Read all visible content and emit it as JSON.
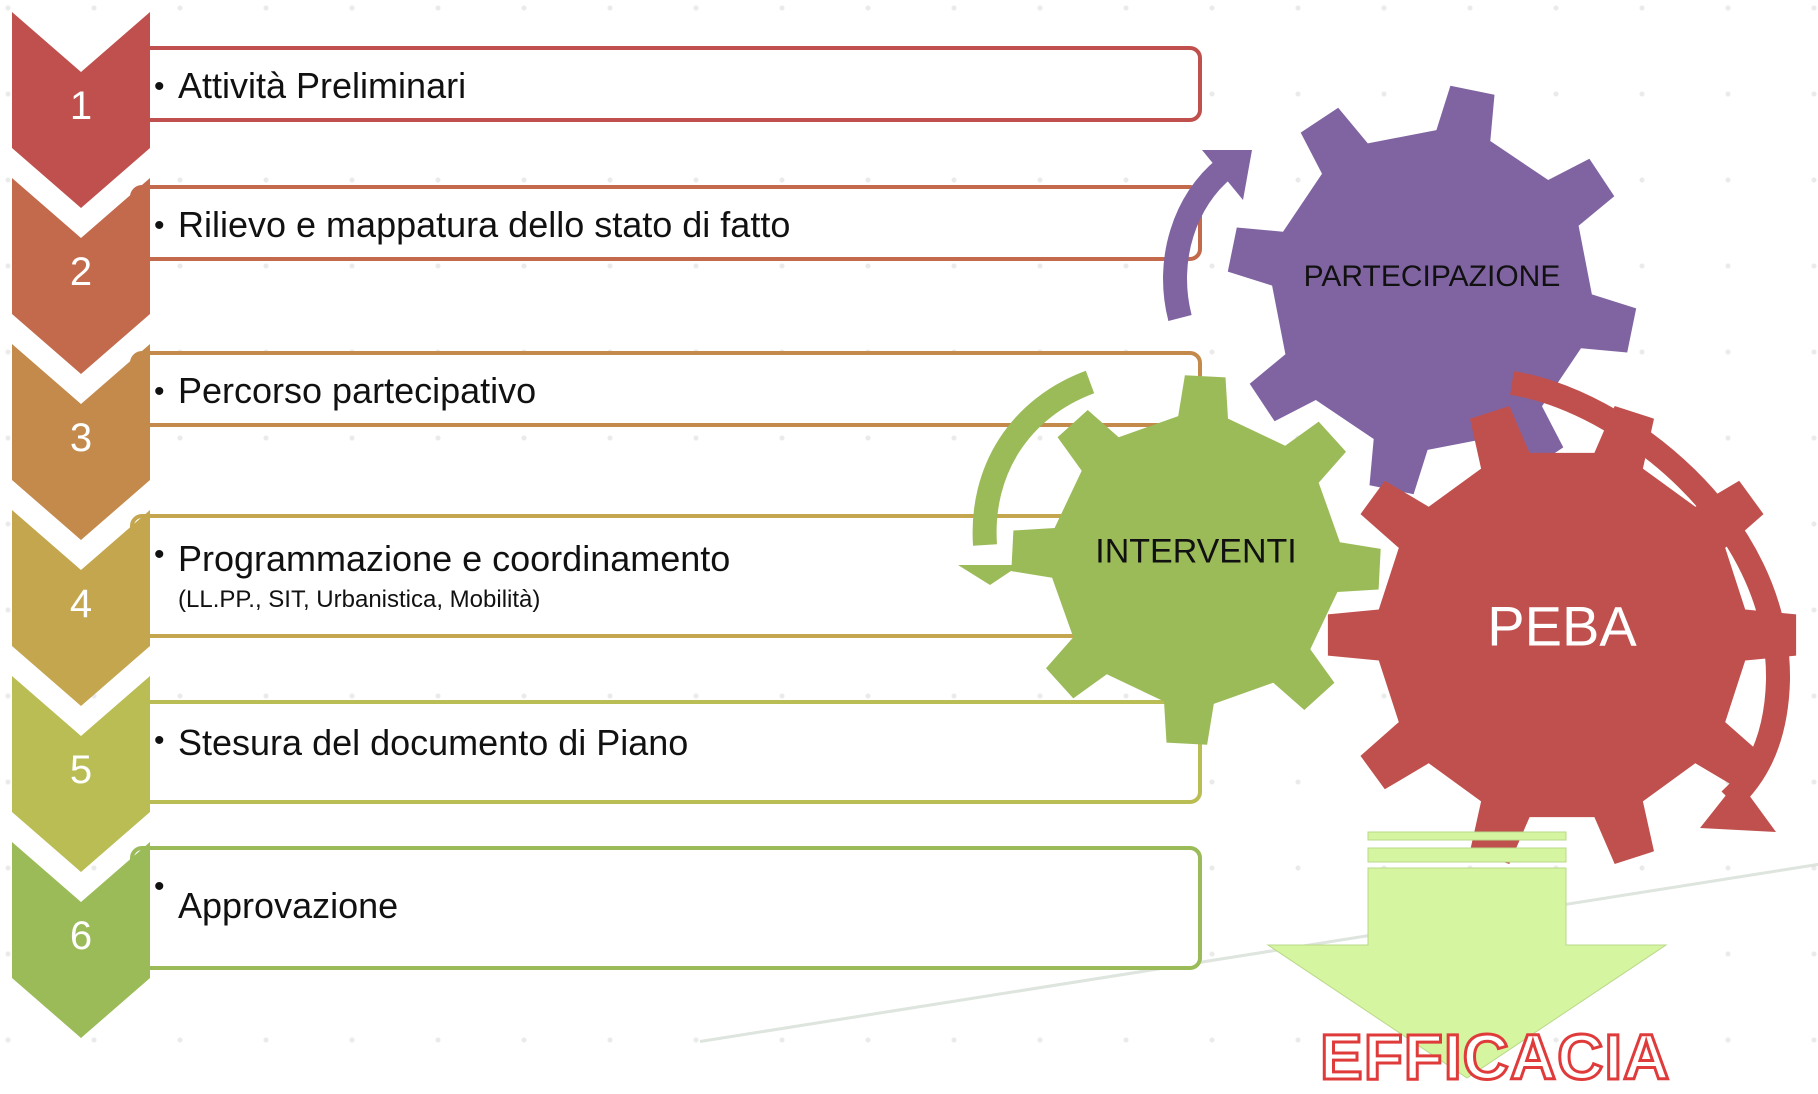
{
  "steps": [
    {
      "number": "1",
      "label": "Attività Preliminari",
      "sub": "",
      "color": "#c0504d"
    },
    {
      "number": "2",
      "label": "Rilievo e mappatura dello stato di fatto",
      "sub": "",
      "color": "#c26a4b"
    },
    {
      "number": "3",
      "label": "Percorso partecipativo",
      "sub": "",
      "color": "#c38a4c"
    },
    {
      "number": "4",
      "label": "Programmazione e coordinamento",
      "sub": "(LL.PP., SIT, Urbanistica, Mobilità)",
      "color": "#c3a64e"
    },
    {
      "number": "5",
      "label": "Stesura del documento di Piano",
      "sub": "",
      "color": "#b9bd54"
    },
    {
      "number": "6",
      "label": "Approvazione",
      "sub": "",
      "color": "#9bbb59"
    }
  ],
  "gears": {
    "partecipazione": {
      "label": "PARTECIPAZIONE",
      "color": "#8064a2"
    },
    "interventi": {
      "label": "INTERVENTI",
      "color": "#9bbb59"
    },
    "peba": {
      "label": "PEBA",
      "color": "#c0504d"
    }
  },
  "outcome": {
    "label": "EFFICACIA",
    "arrow_color": "#d6f5a0"
  }
}
